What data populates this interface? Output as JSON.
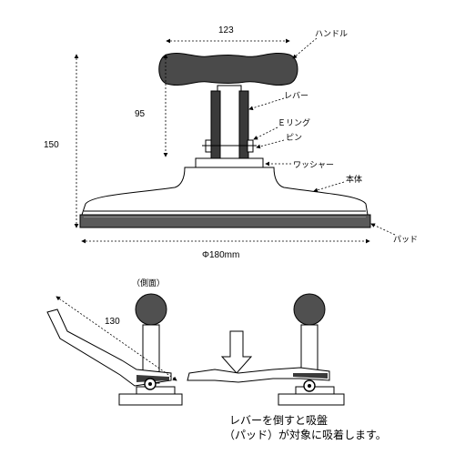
{
  "labels": {
    "handle": "ハンドル",
    "lever": "レバー",
    "e_ring": "Ｅリング",
    "pin": "ピン",
    "washer": "ワッシャー",
    "body": "本体",
    "pad": "パッド",
    "side_view": "（側面）"
  },
  "dimensions": {
    "handle_width": "123",
    "stem_height": "95",
    "total_height": "150",
    "pad_diameter": "Φ180mm",
    "lever_length": "130"
  },
  "caption": {
    "line1": "レバーを倒すと吸盤",
    "line2": "（パッド）が対象に吸着します。"
  },
  "colors": {
    "handle_fill": "#4a4a4a",
    "pad_fill": "#5a5a5a",
    "lever_fill": "#3a3a3a",
    "knob_fill": "#505050"
  }
}
